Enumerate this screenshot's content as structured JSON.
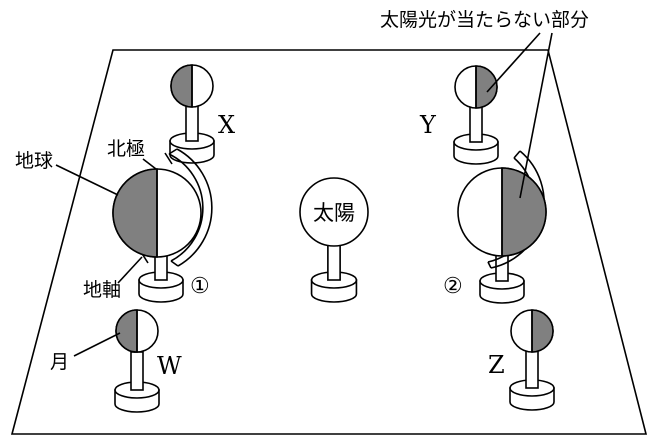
{
  "labels": {
    "shadow": "太陽光が当たらない部分",
    "earth": "地球",
    "north_pole": "北極",
    "axis": "地軸",
    "moon": "月",
    "sun": "太陽",
    "pos_x": "X",
    "pos_y": "Y",
    "pos_w": "W",
    "pos_z": "Z",
    "pos1": "①",
    "pos2": "②"
  },
  "colors": {
    "shadow": "#808080",
    "line": "#000000",
    "background": "#ffffff"
  }
}
